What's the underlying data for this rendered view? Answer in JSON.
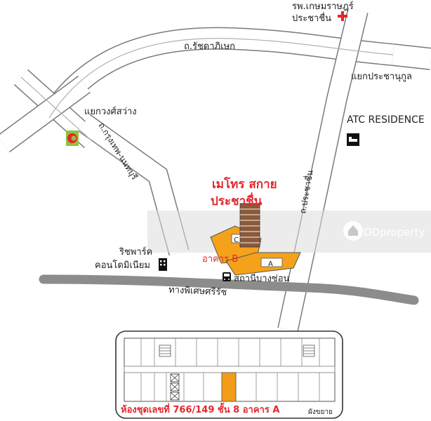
{
  "labels": {
    "hospital": [
      "รพ.เกษมราษฎร์",
      "ประชาชื่น"
    ],
    "road_ratchada": "ถ.รัชดาภิเษก",
    "intersection_prachanukul": "แยกประชานุกูล",
    "intersection_kongsawang": "แยกวงศ์สว่าง",
    "atc_residence": "ATC RESIDENCE",
    "road_krungthep_nonthaburi": "ถ.กรุงเทพ-นนทบุรี",
    "road_prachachuen": "ถ.ประชาชื่น",
    "project_name": [
      "เมโทร สกาย",
      "ประชาชื่น"
    ],
    "building_b": "อาคาร B",
    "building_b_tag": "B",
    "building_c_tag": "C",
    "building_a_tag": "A",
    "riverside_condo": [
      "ริชพาร์ค",
      "คอนโดมิเนียม"
    ],
    "bang_son_station": "สถานีบางซ่อน",
    "expressway": "ทางพิเศษศรีรัช",
    "unit_info": "ห้องชุดเลขที่ 766/149 ชั้น 8 อาคาร A",
    "enlarged_plan": "ผังขยาย",
    "watermark": "DDproperty"
  },
  "colors": {
    "road_fill": "#ffffff",
    "road_stroke": "#7a7a7a",
    "expressway": "#8c8c8c",
    "building_orange": "#f4a21a",
    "accent_red": "#e3262c",
    "unit_highlight": "#f39c1a"
  },
  "icons": [
    "hospital-cross-icon",
    "bigc-logo-icon",
    "hotel-bed-icon",
    "condo-building-icon",
    "train-icon",
    "stair-icon",
    "elevator-icon",
    "ddproperty-logo-icon"
  ]
}
